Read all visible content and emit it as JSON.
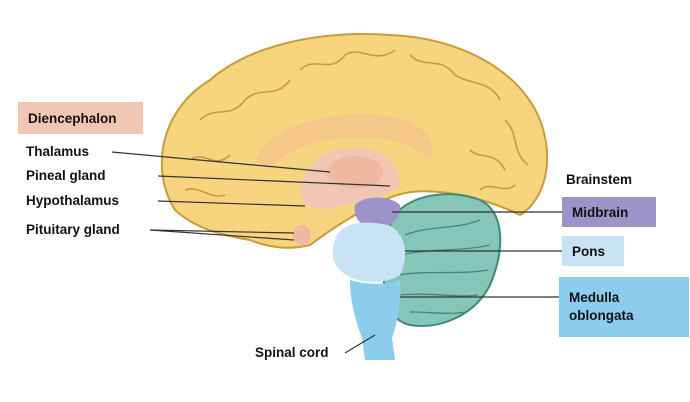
{
  "colors": {
    "cerebrum": "#f7d57e",
    "cerebrum_outline": "#c99b3a",
    "diencephalon": "#f2c6b4",
    "thalamus": "#efb9a2",
    "corpus_callosum": "#f5c88a",
    "midbrain": "#9d93c9",
    "pons": "#c8e3f6",
    "medulla": "#8ccdee",
    "cerebellum": "#86c6b8",
    "cerebellum_outline": "#3f8a7c"
  },
  "labels": {
    "diencephalon": "Diencephalon",
    "thalamus": "Thalamus",
    "pineal_gland": "Pineal gland",
    "hypothalamus": "Hypothalamus",
    "pituitary_gland": "Pituitary gland",
    "spinal_cord": "Spinal cord",
    "brainstem": "Brainstem",
    "midbrain": "Midbrain",
    "pons": "Pons",
    "medulla_line1": "Medulla",
    "medulla_line2": "oblongata"
  }
}
